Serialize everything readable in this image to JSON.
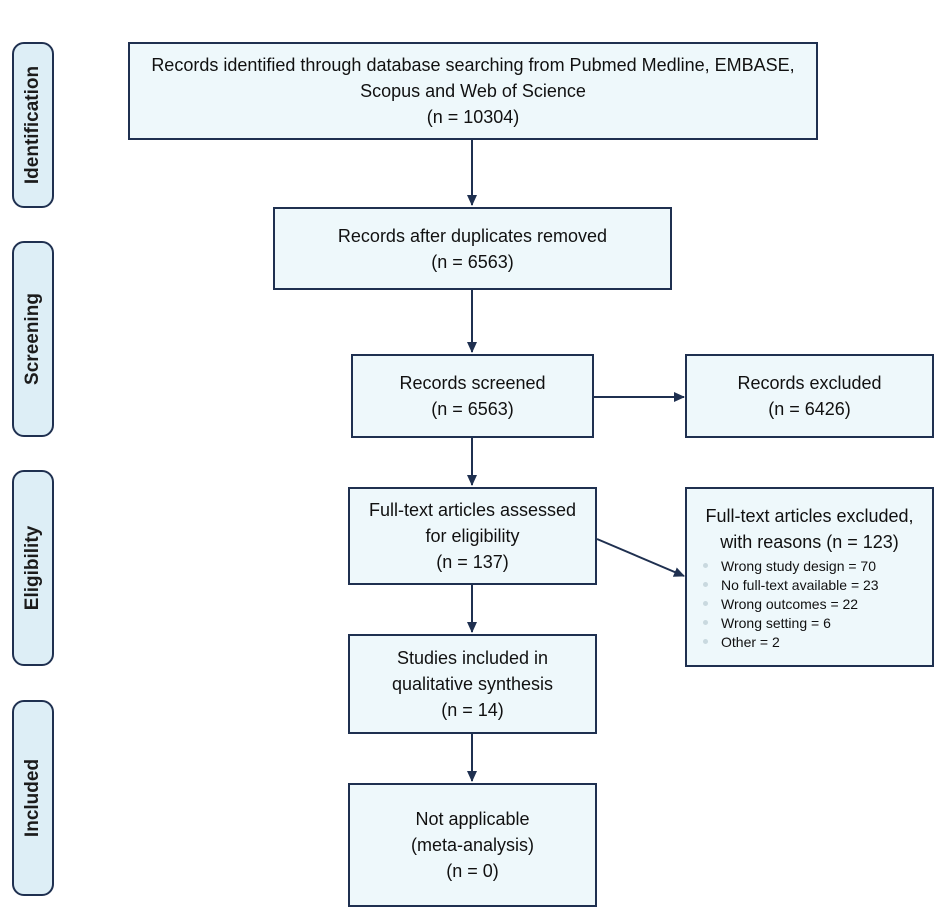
{
  "stages": [
    {
      "label": "Identification"
    },
    {
      "label": "Screening"
    },
    {
      "label": "Eligibility"
    },
    {
      "label": "Included"
    }
  ],
  "boxes": {
    "identified": {
      "line1": "Records identified through database searching from Pubmed Medline, EMBASE,",
      "line2": "Scopus and Web of Science",
      "count": "(n = 10304)"
    },
    "deduplicated": {
      "line1": "Records after duplicates removed",
      "count": "(n = 6563)"
    },
    "screened": {
      "line1": "Records screened",
      "count": "(n = 6563)"
    },
    "excluded": {
      "line1": "Records excluded",
      "count": "(n = 6426)"
    },
    "fulltext": {
      "line1": "Full-text articles assessed",
      "line2": "for eligibility",
      "count": "(n = 137)"
    },
    "fulltext_excluded": {
      "line1": "Full-text articles excluded,",
      "line2": "with reasons (n = 123)",
      "reasons": [
        "Wrong study design = 70",
        "No full-text available = 23",
        "Wrong outcomes = 22",
        "Wrong setting = 6",
        "Other = 2"
      ]
    },
    "qualitative": {
      "line1": "Studies included in",
      "line2": "qualitative synthesis",
      "count": "(n = 14)"
    },
    "meta": {
      "line1": "Not applicable",
      "line2": "(meta-analysis)",
      "count": "(n = 0)"
    }
  },
  "colors": {
    "box_fill": "#eef8fb",
    "stage_fill": "#ddeef6",
    "border": "#1f3050",
    "arrow": "#1f3050"
  }
}
